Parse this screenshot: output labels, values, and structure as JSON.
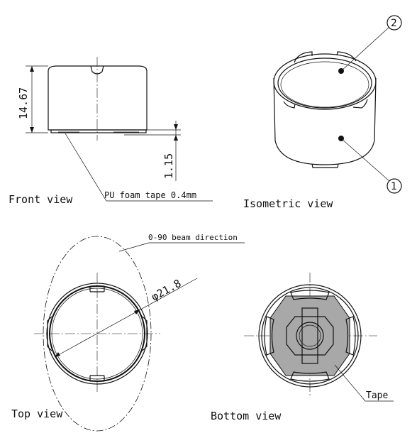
{
  "views": {
    "front": {
      "title": "Front view",
      "height_dim": "14.67",
      "tape_dim": "1.15",
      "tape_note": "PU foam tape 0.4mm"
    },
    "isometric": {
      "title": "Isometric view",
      "callout_top": "2",
      "callout_bottom": "1"
    },
    "top": {
      "title": "Top view",
      "diameter_dim": "φ21.8",
      "beam_note": "0-90 beam direction"
    },
    "bottom": {
      "title": "Bottom view",
      "tape_note": "Tape"
    }
  },
  "colors": {
    "line": "#111111",
    "tape_fill": "#a8a8a8",
    "background": "#ffffff"
  }
}
